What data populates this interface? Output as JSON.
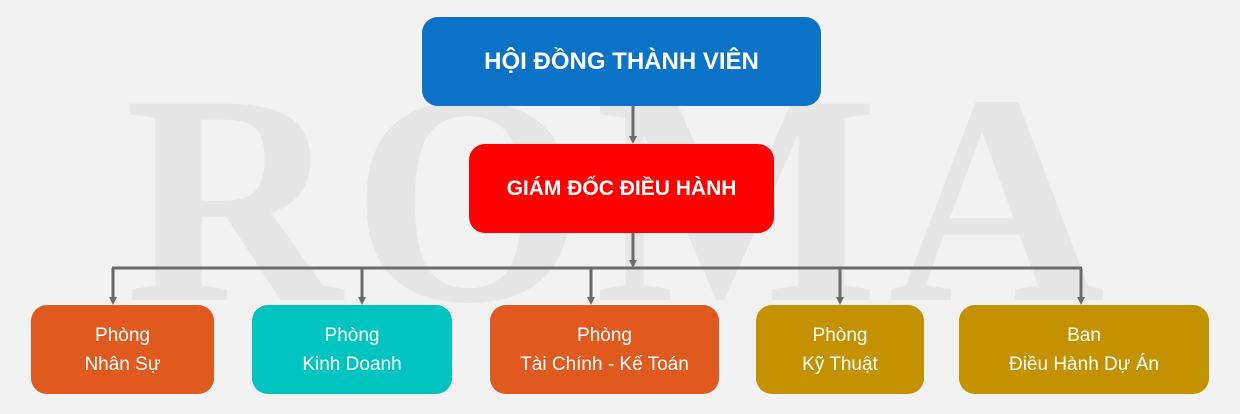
{
  "watermark": {
    "text": "ROMA"
  },
  "board": {
    "label": "HỘI ĐỒNG THÀNH VIÊN",
    "color": "#0b73c7"
  },
  "director": {
    "label": "GIÁM ĐỐC ĐIỀU HÀNH",
    "color": "#ff0000"
  },
  "departments": [
    {
      "line1": "Phòng",
      "line2": "Nhân Sự",
      "color": "#e05a20"
    },
    {
      "line1": "Phòng",
      "line2": "Kinh Doanh",
      "color": "#00c4c0"
    },
    {
      "line1": "Phòng",
      "line2": "Tài Chính - Kế Toán",
      "color": "#e05a20"
    },
    {
      "line1": "Phòng",
      "line2": "Kỹ Thuật",
      "color": "#c49200"
    },
    {
      "line1": "Ban",
      "line2": "Điều Hành Dự Án",
      "color": "#c49200"
    }
  ],
  "connector_color": "#6b6b6b"
}
